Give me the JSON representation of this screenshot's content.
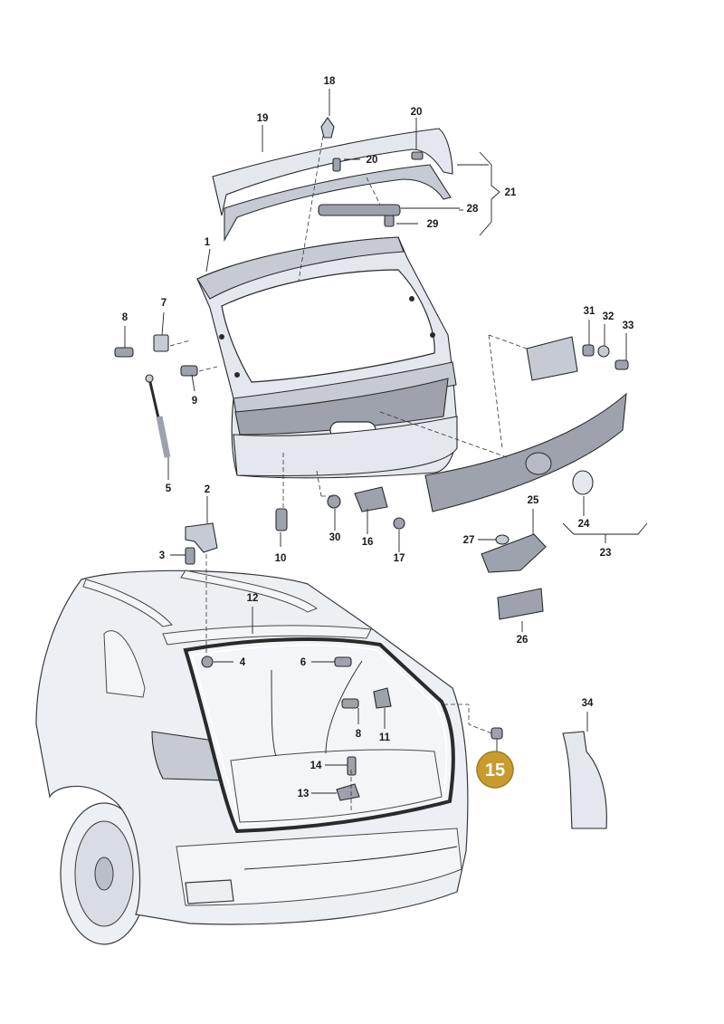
{
  "diagram": {
    "callouts": [
      {
        "label": "1"
      },
      {
        "label": "2"
      },
      {
        "label": "3"
      },
      {
        "label": "4"
      },
      {
        "label": "5"
      },
      {
        "label": "6"
      },
      {
        "label": "7"
      },
      {
        "label": "8"
      },
      {
        "label": "8"
      },
      {
        "label": "9"
      },
      {
        "label": "10"
      },
      {
        "label": "11"
      },
      {
        "label": "12"
      },
      {
        "label": "13"
      },
      {
        "label": "14"
      },
      {
        "label": "16"
      },
      {
        "label": "17"
      },
      {
        "label": "18"
      },
      {
        "label": "19"
      },
      {
        "label": "20"
      },
      {
        "label": "20"
      },
      {
        "label": "21"
      },
      {
        "label": "23"
      },
      {
        "label": "24"
      },
      {
        "label": "25"
      },
      {
        "label": "26"
      },
      {
        "label": "27"
      },
      {
        "label": "28"
      },
      {
        "label": "29"
      },
      {
        "label": "30"
      },
      {
        "label": "31"
      },
      {
        "label": "32"
      },
      {
        "label": "33"
      },
      {
        "label": "34"
      }
    ],
    "highlighted_callout": {
      "label": "15",
      "color": "#c99a2e"
    },
    "colors": {
      "part_fill": "#e4e7ee",
      "part_dark": "#9da2ad",
      "outline": "#2a2a2a",
      "highlight": "#c99a2e"
    }
  }
}
